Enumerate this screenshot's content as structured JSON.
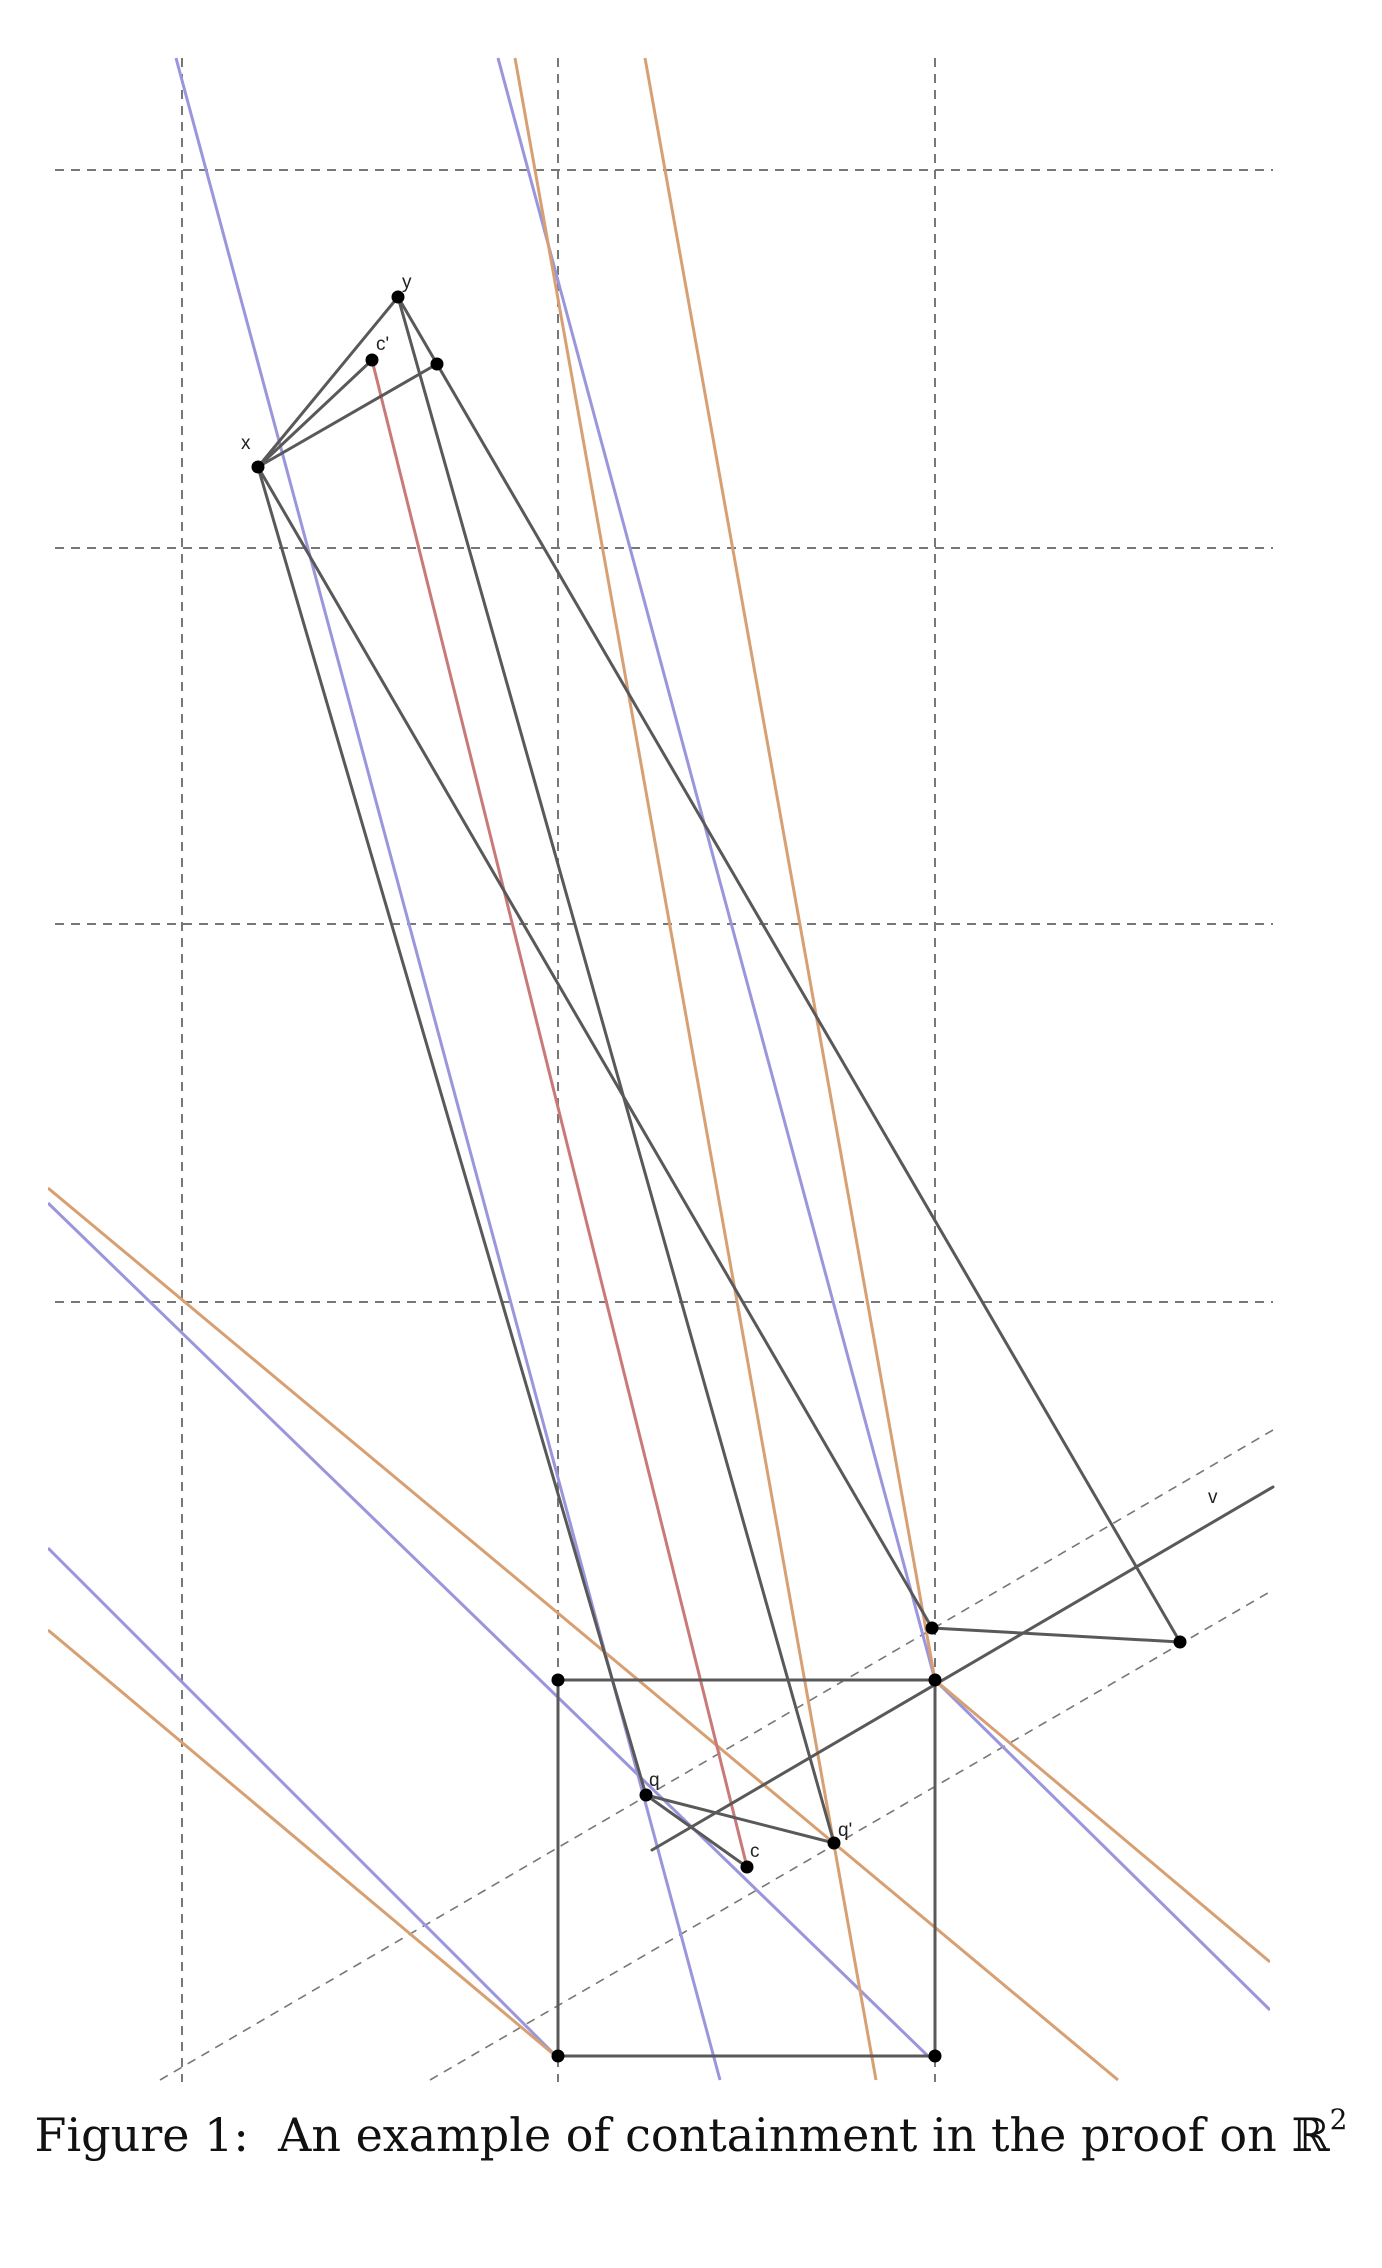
{
  "labels": {
    "x": "x",
    "y": "y",
    "c_prime": "c'",
    "q": "q",
    "q_prime": "q'",
    "c": "c",
    "v": "v"
  },
  "caption": {
    "prefix": "Figure 1:",
    "text": "An example of containment in the proof on ",
    "symbol": "ℝ",
    "superscript": "2"
  },
  "colors": {
    "grid": "#777777",
    "edge": "#595959",
    "blue": "#9a96dc",
    "orange": "#d7a073",
    "red": "#c97a78",
    "point": "#000000"
  }
}
